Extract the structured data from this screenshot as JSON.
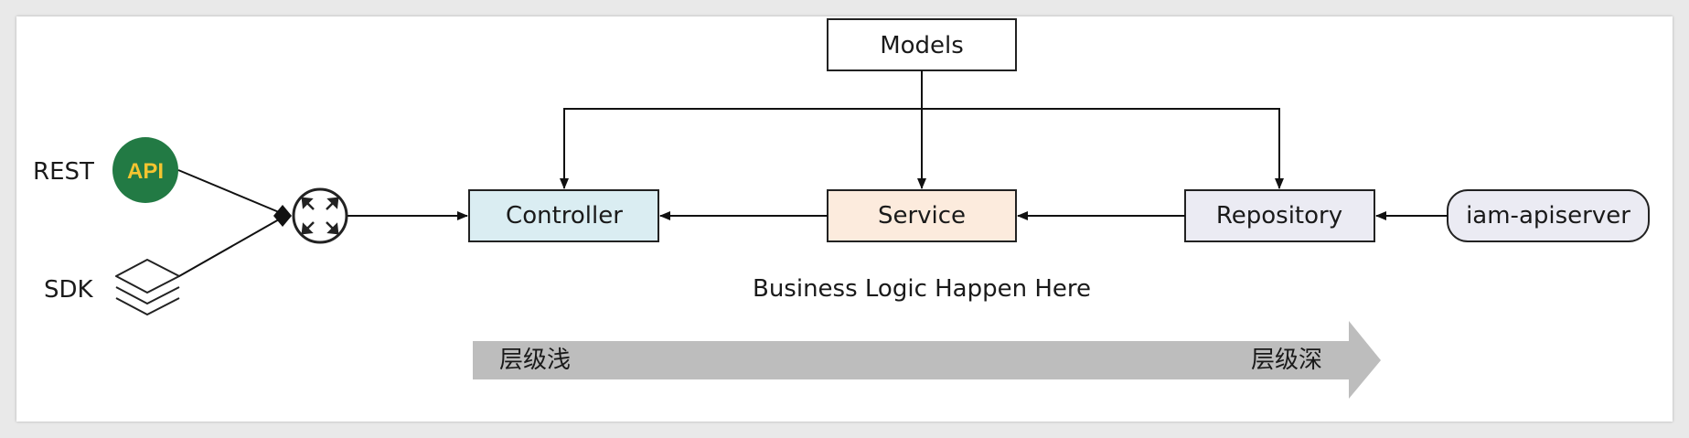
{
  "labels": {
    "models": "Models",
    "controller": "Controller",
    "service": "Service",
    "repository": "Repository",
    "apiserver": "iam-apiserver",
    "rest": "REST",
    "api": "API",
    "sdk": "SDK",
    "caption": "Business Logic Happen Here",
    "depth_shallow": "层级浅",
    "depth_deep": "层级深"
  },
  "colors": {
    "controller_fill": "#daedf2",
    "service_fill": "#fcebdd",
    "repository_fill": "#ebebf3",
    "api_badge": "#227a44",
    "api_text": "#f4c430",
    "depth_arrow": "#bdbdbd"
  },
  "icons": {
    "router": "router-icon",
    "sdk": "layers-icon"
  }
}
